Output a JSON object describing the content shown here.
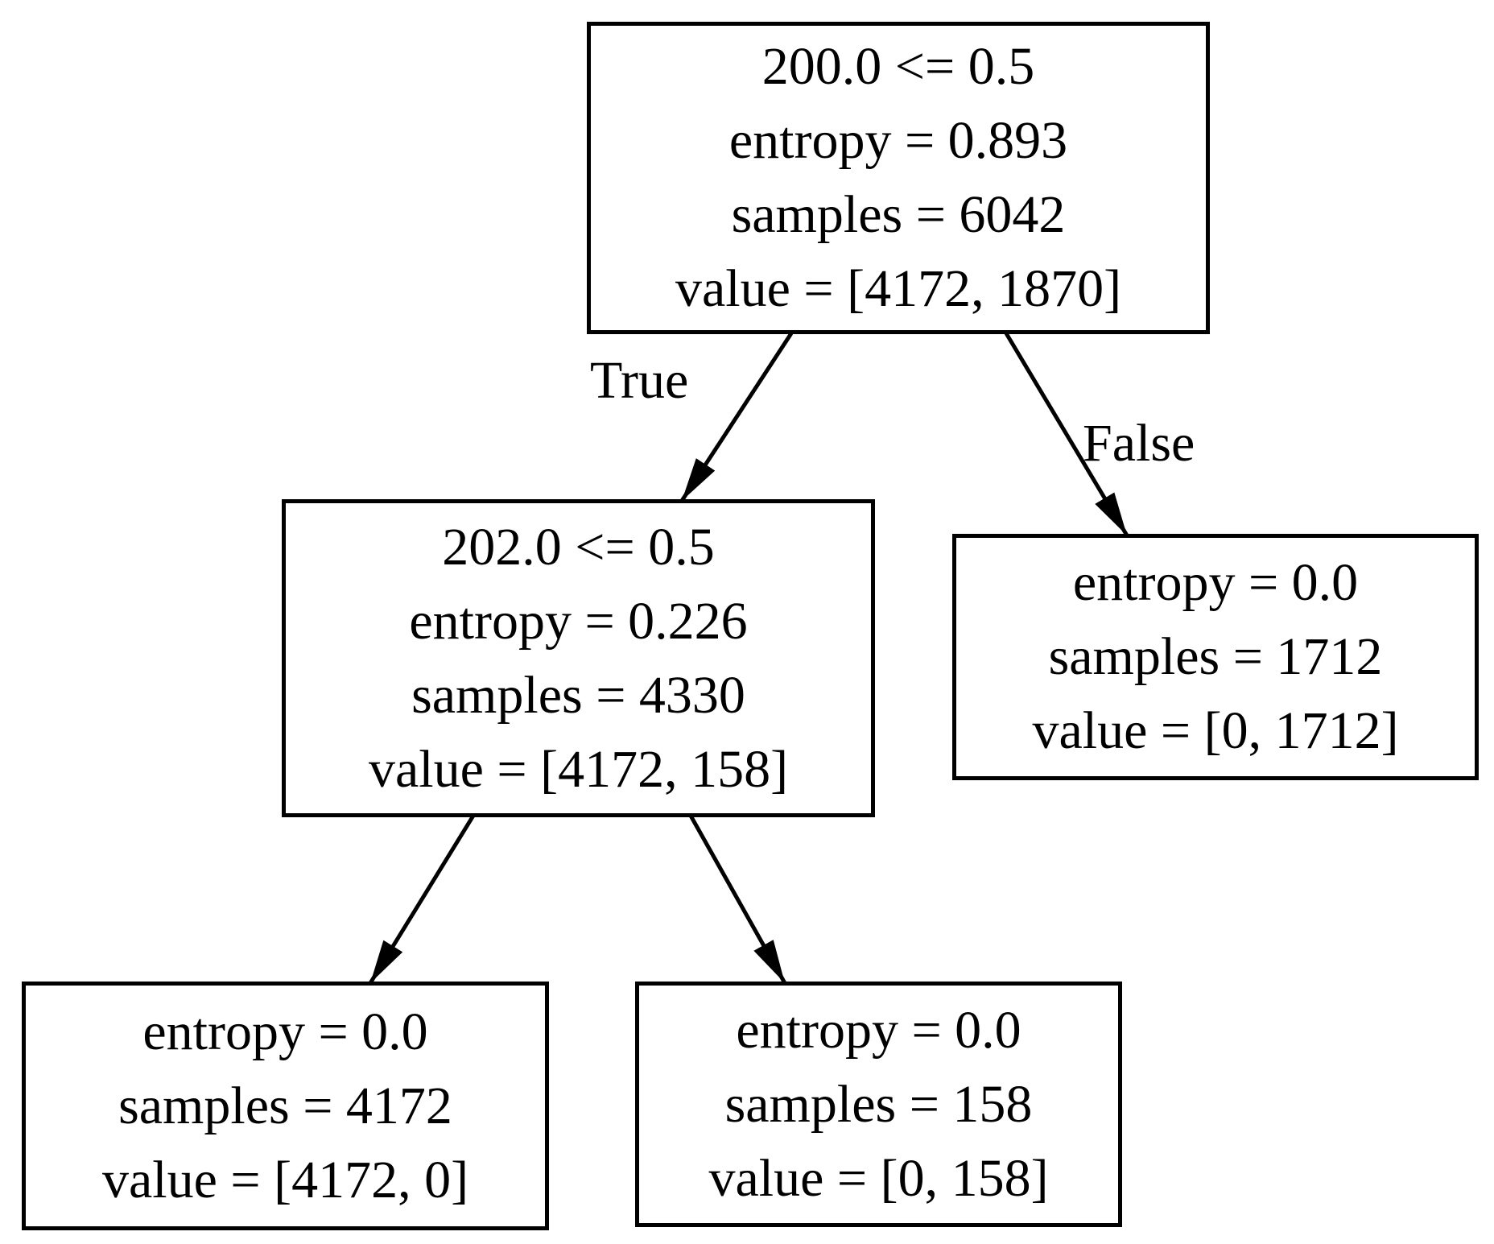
{
  "tree": {
    "nodes": {
      "root": {
        "condition": "200.0 <= 0.5",
        "entropy": "entropy = 0.893",
        "samples": "samples = 6042",
        "value": "value = [4172, 1870]"
      },
      "internal_left": {
        "condition": "202.0 <= 0.5",
        "entropy": "entropy = 0.226",
        "samples": "samples = 4330",
        "value": "value = [4172, 158]"
      },
      "leaf_right": {
        "entropy": "entropy = 0.0",
        "samples": "samples = 1712",
        "value": "value = [0, 1712]"
      },
      "leaf_left_left": {
        "entropy": "entropy = 0.0",
        "samples": "samples = 4172",
        "value": "value = [4172, 0]"
      },
      "leaf_left_right": {
        "entropy": "entropy = 0.0",
        "samples": "samples = 158",
        "value": "value = [0, 158]"
      }
    },
    "edge_labels": {
      "true_branch": "True",
      "false_branch": "False"
    },
    "colors": {
      "background": "#ffffff",
      "node_fill": "#ffffff",
      "node_border": "#000000",
      "text": "#000000",
      "edge": "#000000"
    }
  }
}
